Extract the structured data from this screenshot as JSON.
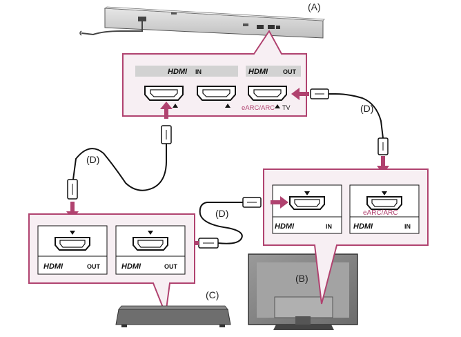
{
  "labels": {
    "soundbar": "(A)",
    "tv": "(B)",
    "device": "(C)",
    "cable_top": "(D)",
    "cable_left": "(D)",
    "cable_mid": "(D)"
  },
  "soundbar_panel": {
    "in_logo": "HDMI",
    "in_suffix": "IN",
    "out_logo": "HDMI",
    "out_suffix": "OUT",
    "earc_label": "eARC/ARC",
    "tv_suffix": "TV"
  },
  "tv_panel": {
    "port1_logo": "HDMI",
    "port1_suffix": "IN",
    "port2_earc": "eARC/ARC",
    "port2_logo": "HDMI",
    "port2_suffix": "IN"
  },
  "device_panel": {
    "port1_logo": "HDMI",
    "port1_suffix": "OUT",
    "port2_logo": "HDMI",
    "port2_suffix": "OUT"
  },
  "colors": {
    "accent": "#b0426f",
    "panel_fill": "#f7eff3",
    "device_gray": "#6e6e6e"
  }
}
